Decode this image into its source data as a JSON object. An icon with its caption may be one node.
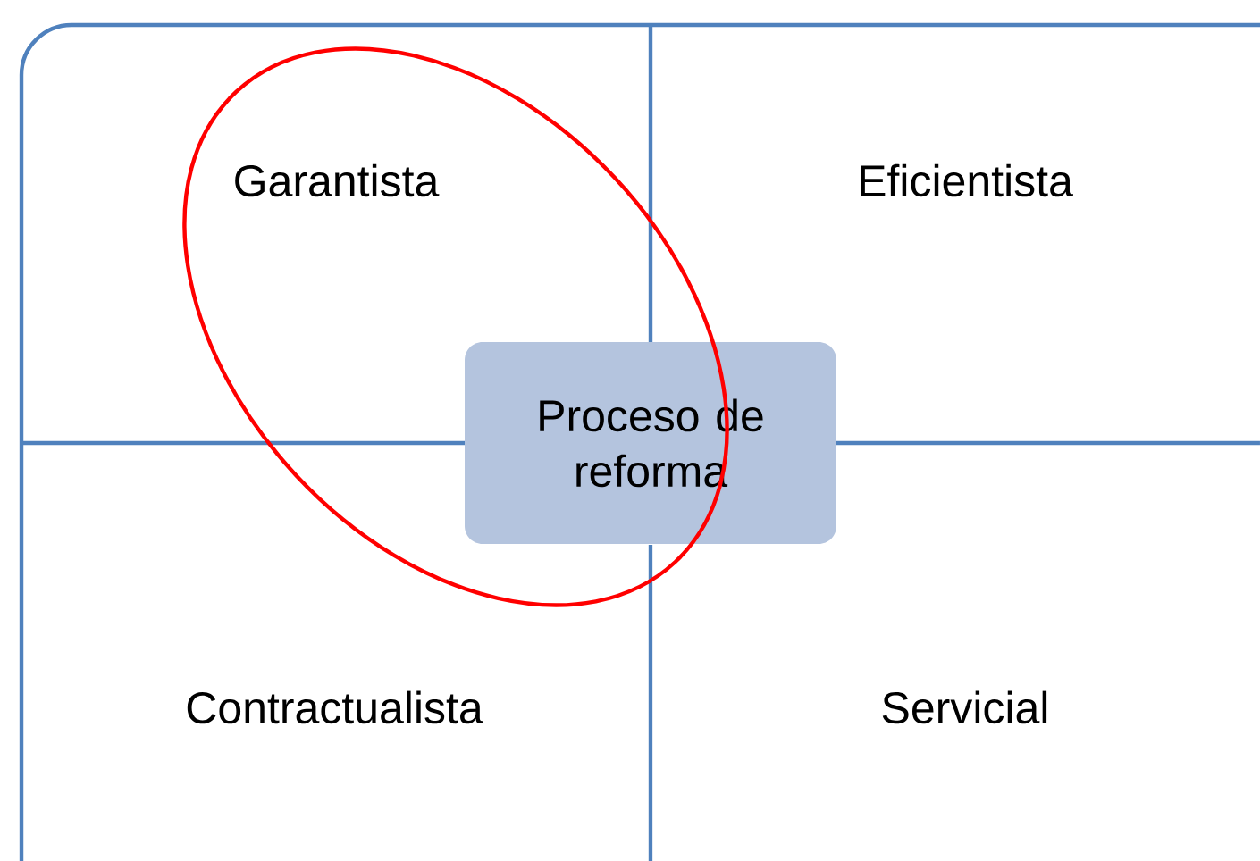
{
  "diagram": {
    "nodes": [
      {
        "text": [
          "Proceso de reforma"
        ]
      }
    ],
    "labels": [
      "Garantista",
      "Eficientista",
      "Contractualista",
      "Servicial"
    ]
  }
}
